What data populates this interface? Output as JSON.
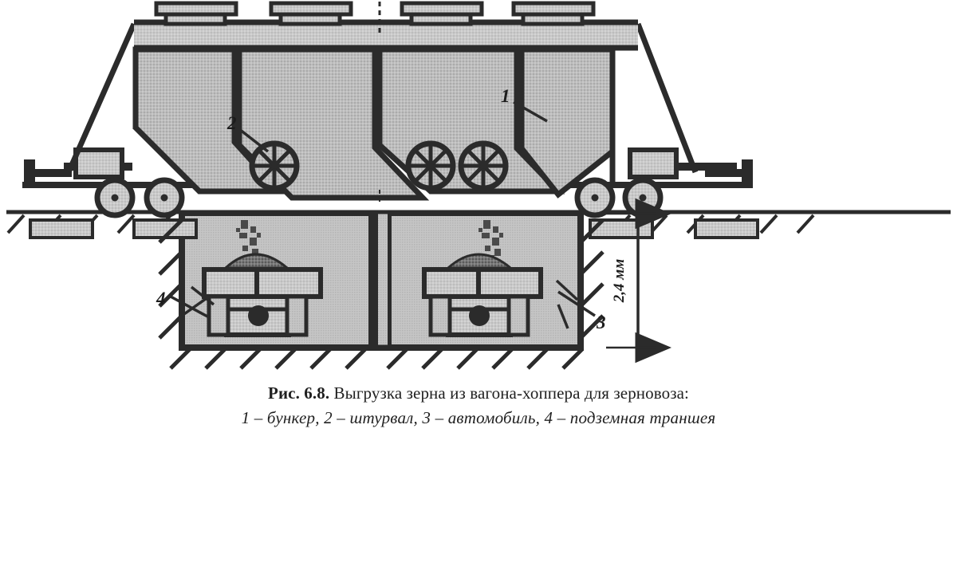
{
  "figure": {
    "number": "Рис. 6.8.",
    "title": "Выгрузка зерна из вагона-хоппера для зерновоза:",
    "legend": "1 – бункер, 2 – штурвал, 3 – автомобиль, 4 – подземная траншея"
  },
  "callouts": [
    {
      "id": "1",
      "label": "1",
      "target": "бункер"
    },
    {
      "id": "2",
      "label": "2",
      "target": "штурвал"
    },
    {
      "id": "3",
      "label": "3",
      "target": "автомобиль"
    },
    {
      "id": "4",
      "label": "4",
      "target": "подземная траншея"
    }
  ],
  "dimension": {
    "value": "2,4",
    "unit": "мм",
    "text": "2,4 мм"
  },
  "colors": {
    "ink": "#2b2b2b",
    "body_fill": "#b9b9b9",
    "roof_fill": "#c6c6c6",
    "hatch_fill": "#cfcfcf",
    "trench_fill": "#c3c3c3",
    "truck_fill": "#c9c9c9",
    "grain_fill": "#6f6f6f",
    "background": "#ffffff"
  },
  "chart_data": {
    "type": "diagram",
    "title": "Выгрузка зерна из вагона-хоппера для зерновоза",
    "elements": [
      {
        "name": "hopper-car",
        "label": "1",
        "description": "бункер",
        "count": 3
      },
      {
        "name": "handwheel",
        "label": "2",
        "description": "штурвал",
        "count": 3
      },
      {
        "name": "truck",
        "label": "3",
        "description": "автомобиль",
        "count": 2
      },
      {
        "name": "underground-trench",
        "label": "4",
        "description": "подземная траншея",
        "count": 1
      }
    ],
    "annotations": [
      {
        "name": "trench-depth",
        "text": "2,4 мм"
      }
    ]
  }
}
